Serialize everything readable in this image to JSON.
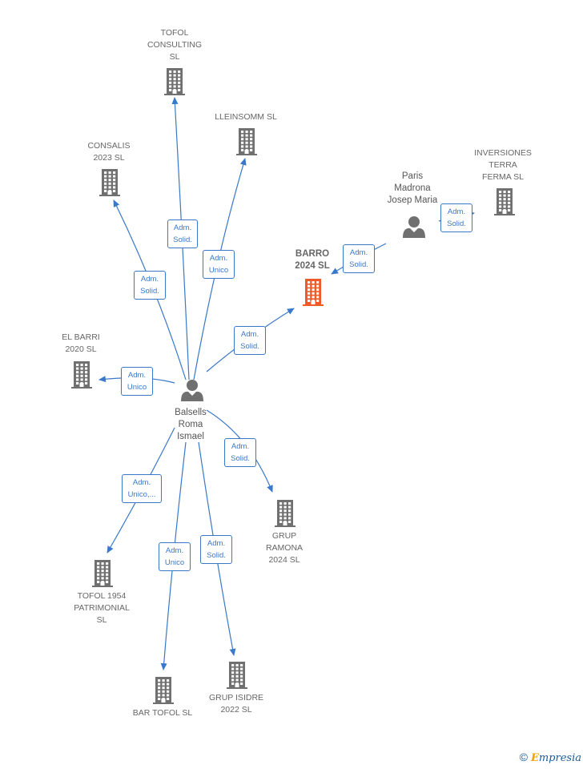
{
  "colors": {
    "edge": "#3a78c9",
    "company": "#707070",
    "focus": "#f05a28",
    "person": "#707070"
  },
  "nodes": [
    {
      "id": "tofol-consulting",
      "kind": "company",
      "label": "TOFOL\nCONSULTING\nSL"
    },
    {
      "id": "lleinsomm",
      "kind": "company",
      "label": "LLEINSOMM  SL"
    },
    {
      "id": "consalis",
      "kind": "company",
      "label": "CONSALIS\n2023  SL"
    },
    {
      "id": "inversiones",
      "kind": "company",
      "label": "INVERSIONES\nTERRA\nFERMA SL"
    },
    {
      "id": "paris",
      "kind": "person",
      "label": "Paris\nMadrona\nJosep Maria"
    },
    {
      "id": "barro",
      "kind": "focus",
      "label": "BARRO\n2024  SL"
    },
    {
      "id": "el-barri",
      "kind": "company",
      "label": "EL BARRI\n2020  SL"
    },
    {
      "id": "balsells",
      "kind": "person",
      "label": "Balsells\nRoma\nIsmael"
    },
    {
      "id": "grup-ramona",
      "kind": "company",
      "label": "GRUP\nRAMONA\n2024  SL"
    },
    {
      "id": "tofol-1954",
      "kind": "company",
      "label": "TOFOL 1954\nPATRIMONIAL\nSL"
    },
    {
      "id": "bar-tofol",
      "kind": "company",
      "label": "BAR TOFOL  SL"
    },
    {
      "id": "grup-isidre",
      "kind": "company",
      "label": "GRUP ISIDRE\n2022  SL"
    }
  ],
  "edges": [
    {
      "from": "balsells",
      "to": "tofol-consulting",
      "label": "Adm.\nSolid."
    },
    {
      "from": "balsells",
      "to": "lleinsomm",
      "label": "Adm.\nUnico"
    },
    {
      "from": "balsells",
      "to": "consalis",
      "label": "Adm.\nSolid."
    },
    {
      "from": "balsells",
      "to": "barro",
      "label": "Adm.\nSolid."
    },
    {
      "from": "balsells",
      "to": "el-barri",
      "label": "Adm.\nUnico"
    },
    {
      "from": "balsells",
      "to": "grup-ramona",
      "label": "Adm.\nSolid."
    },
    {
      "from": "balsells",
      "to": "tofol-1954",
      "label": "Adm.\nUnico,..."
    },
    {
      "from": "balsells",
      "to": "bar-tofol",
      "label": "Adm.\nUnico"
    },
    {
      "from": "balsells",
      "to": "grup-isidre",
      "label": "Adm.\nSolid."
    },
    {
      "from": "paris",
      "to": "barro",
      "label": "Adm.\nSolid."
    },
    {
      "from": "paris",
      "to": "inversiones",
      "label": "Adm.\nSolid."
    }
  ],
  "footer": {
    "copyright": "©",
    "brand_initial": "E",
    "brand_rest": "mpresia"
  }
}
